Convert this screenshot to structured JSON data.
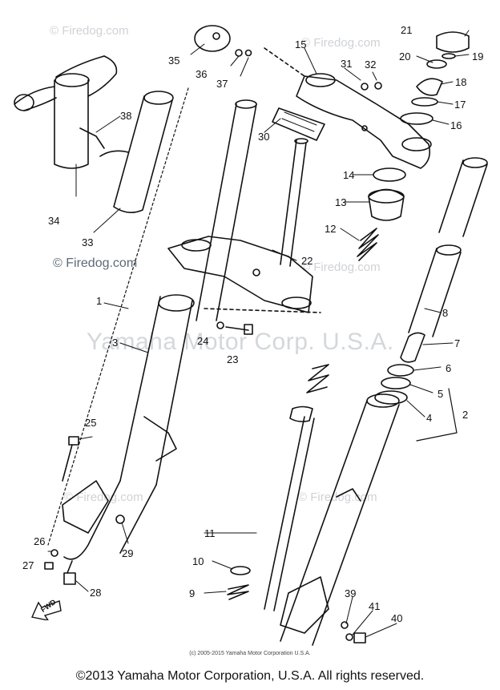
{
  "watermarks": {
    "firedog_1": "© Firedog.com",
    "firedog_2": "© Firedog.com",
    "firedog_main": "© Firedog.com",
    "firedog_3": "© Firedog.com",
    "firedog_4": "© Firedog.com",
    "firedog_5": "© Firedog.com",
    "firedog_6": "© Firedog.com",
    "yamaha": "Yamaha Motor Corp. U.S.A."
  },
  "small_copyright": "(c) 2005-2015 Yamaha Motor Corporation U.S.A.",
  "copyright": "©2013 Yamaha Motor Corporation, U.S.A. All rights reserved.",
  "fwd_label": "FWD",
  "callouts": [
    "1",
    "2",
    "3",
    "4",
    "5",
    "6",
    "7",
    "8",
    "9",
    "10",
    "11",
    "12",
    "13",
    "14",
    "15",
    "16",
    "17",
    "18",
    "19",
    "20",
    "21",
    "22",
    "23",
    "24",
    "25",
    "26",
    "27",
    "28",
    "29",
    "30",
    "31",
    "32",
    "33",
    "34",
    "35",
    "36",
    "37",
    "38",
    "39",
    "40",
    "41"
  ]
}
